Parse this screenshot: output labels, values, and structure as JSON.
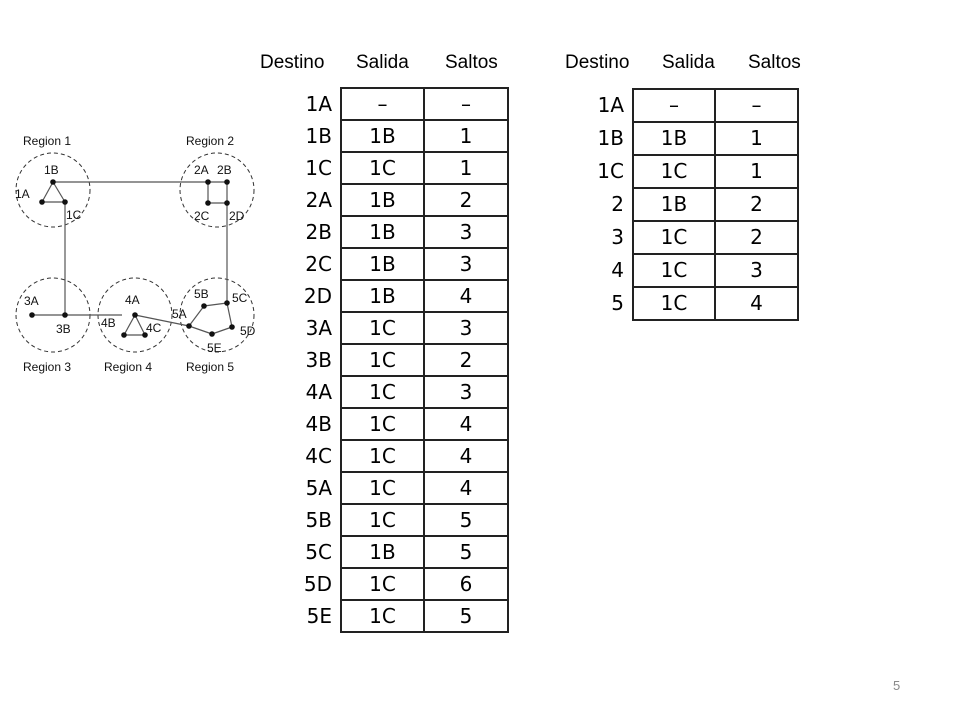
{
  "headers": {
    "left": {
      "destino": "Destino",
      "salida": "Salida",
      "saltos": "Saltos"
    },
    "right": {
      "destino": "Destino",
      "salida": "Salida",
      "saltos": "Saltos"
    }
  },
  "full_table": {
    "rows": [
      [
        "1A",
        "–",
        "–"
      ],
      [
        "1B",
        "1B",
        "1"
      ],
      [
        "1C",
        "1C",
        "1"
      ],
      [
        "2A",
        "1B",
        "2"
      ],
      [
        "2B",
        "1B",
        "3"
      ],
      [
        "2C",
        "1B",
        "3"
      ],
      [
        "2D",
        "1B",
        "4"
      ],
      [
        "3A",
        "1C",
        "3"
      ],
      [
        "3B",
        "1C",
        "2"
      ],
      [
        "4A",
        "1C",
        "3"
      ],
      [
        "4B",
        "1C",
        "4"
      ],
      [
        "4C",
        "1C",
        "4"
      ],
      [
        "5A",
        "1C",
        "4"
      ],
      [
        "5B",
        "1C",
        "5"
      ],
      [
        "5C",
        "1B",
        "5"
      ],
      [
        "5D",
        "1C",
        "6"
      ],
      [
        "5E",
        "1C",
        "5"
      ]
    ]
  },
  "hier_table": {
    "rows": [
      [
        "1A",
        "–",
        "–"
      ],
      [
        "1B",
        "1B",
        "1"
      ],
      [
        "1C",
        "1C",
        "1"
      ],
      [
        "2",
        "1B",
        "2"
      ],
      [
        "3",
        "1C",
        "2"
      ],
      [
        "4",
        "1C",
        "3"
      ],
      [
        "5",
        "1C",
        "4"
      ]
    ]
  },
  "diagram": {
    "regions": [
      "Region 1",
      "Region 2",
      "Region 3",
      "Region 4",
      "Region 5"
    ],
    "nodes": [
      "1A",
      "1B",
      "1C",
      "2A",
      "2B",
      "2C",
      "2D",
      "3A",
      "3B",
      "4A",
      "4B",
      "4C",
      "5A",
      "5B",
      "5C",
      "5D",
      "5E"
    ]
  },
  "page_number": "5"
}
